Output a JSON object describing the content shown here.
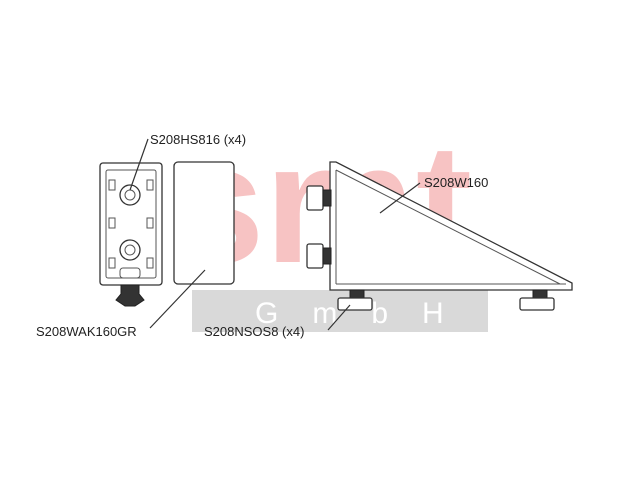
{
  "watermark": {
    "brand": "smt",
    "sub": "GmbH",
    "brand_color": "#f7c3c3",
    "band_color": "#d9d9d9"
  },
  "labels": {
    "screw": "S208HS816 (x4)",
    "angle": "S208W160",
    "cap": "S208WAK160GR",
    "nut": "S208NSOS8 (x4)"
  },
  "colors": {
    "line": "#333333",
    "text": "#222222"
  }
}
